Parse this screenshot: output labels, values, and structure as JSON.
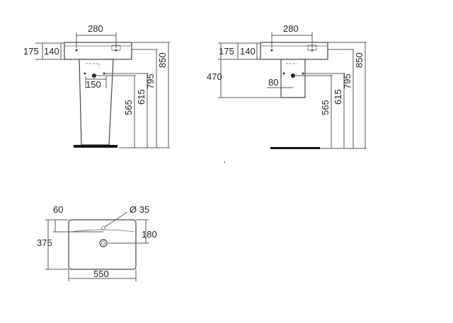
{
  "drawing": {
    "left_view": {
      "tap_spacing": "280",
      "rim_offset": "175",
      "tap_offset": "140",
      "waste_offset": "150",
      "waste_height": "565",
      "supply_height": "615",
      "rim_height_inner": "795",
      "rim_height": "850"
    },
    "right_view": {
      "tap_spacing": "280",
      "rim_offset": "175",
      "tap_offset": "140",
      "mount_height": "470",
      "waste_offset": "80",
      "waste_height": "565",
      "supply_height": "615",
      "rim_height_inner": "795",
      "rim_height": "850"
    },
    "plan_view": {
      "tap_hole_diameter": "Ø 35",
      "tap_offset": "60",
      "depth": "375",
      "waste_position": "180",
      "width": "550"
    }
  }
}
